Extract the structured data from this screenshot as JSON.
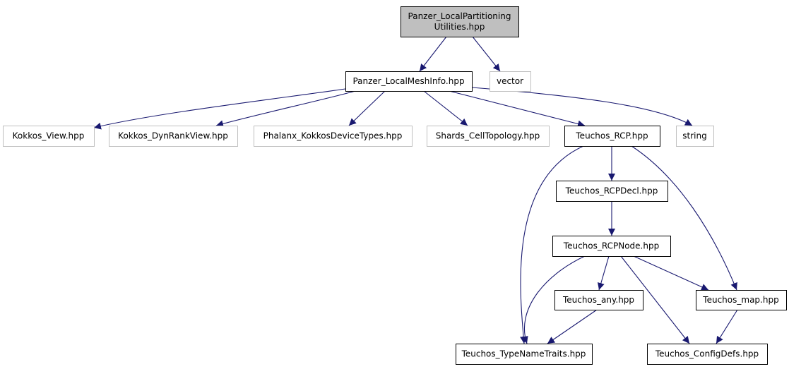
{
  "diagram": {
    "edge_color": "#191970",
    "nodes": [
      {
        "id": "root",
        "label_lines": [
          "Panzer_LocalPartitioning",
          "Utilities.hpp"
        ],
        "kind": "root",
        "fill": "#bfbfbf"
      },
      {
        "id": "meshinfo",
        "label_lines": [
          "Panzer_LocalMeshInfo.hpp"
        ],
        "kind": "internal"
      },
      {
        "id": "vector",
        "label_lines": [
          "vector"
        ],
        "kind": "external"
      },
      {
        "id": "kview",
        "label_lines": [
          "Kokkos_View.hpp"
        ],
        "kind": "external"
      },
      {
        "id": "kdyn",
        "label_lines": [
          "Kokkos_DynRankView.hpp"
        ],
        "kind": "external"
      },
      {
        "id": "phalanx",
        "label_lines": [
          "Phalanx_KokkosDeviceTypes.hpp"
        ],
        "kind": "external"
      },
      {
        "id": "shards",
        "label_lines": [
          "Shards_CellTopology.hpp"
        ],
        "kind": "external"
      },
      {
        "id": "rcp",
        "label_lines": [
          "Teuchos_RCP.hpp"
        ],
        "kind": "internal"
      },
      {
        "id": "string",
        "label_lines": [
          "string"
        ],
        "kind": "external"
      },
      {
        "id": "rcpdecl",
        "label_lines": [
          "Teuchos_RCPDecl.hpp"
        ],
        "kind": "internal"
      },
      {
        "id": "rcpnode",
        "label_lines": [
          "Teuchos_RCPNode.hpp"
        ],
        "kind": "internal"
      },
      {
        "id": "any",
        "label_lines": [
          "Teuchos_any.hpp"
        ],
        "kind": "internal"
      },
      {
        "id": "map",
        "label_lines": [
          "Teuchos_map.hpp"
        ],
        "kind": "internal"
      },
      {
        "id": "typename",
        "label_lines": [
          "Teuchos_TypeNameTraits.hpp"
        ],
        "kind": "internal"
      },
      {
        "id": "configdefs",
        "label_lines": [
          "Teuchos_ConfigDefs.hpp"
        ],
        "kind": "internal"
      }
    ],
    "edges": [
      {
        "from": "root",
        "to": "meshinfo"
      },
      {
        "from": "root",
        "to": "vector"
      },
      {
        "from": "meshinfo",
        "to": "kview"
      },
      {
        "from": "meshinfo",
        "to": "kdyn"
      },
      {
        "from": "meshinfo",
        "to": "phalanx"
      },
      {
        "from": "meshinfo",
        "to": "shards"
      },
      {
        "from": "meshinfo",
        "to": "rcp"
      },
      {
        "from": "meshinfo",
        "to": "string"
      },
      {
        "from": "rcp",
        "to": "rcpdecl"
      },
      {
        "from": "rcp",
        "to": "typename"
      },
      {
        "from": "rcp",
        "to": "map"
      },
      {
        "from": "rcpdecl",
        "to": "rcpnode"
      },
      {
        "from": "rcpnode",
        "to": "any"
      },
      {
        "from": "rcpnode",
        "to": "typename"
      },
      {
        "from": "rcpnode",
        "to": "map"
      },
      {
        "from": "rcpnode",
        "to": "configdefs"
      },
      {
        "from": "any",
        "to": "typename"
      },
      {
        "from": "map",
        "to": "configdefs"
      }
    ]
  }
}
